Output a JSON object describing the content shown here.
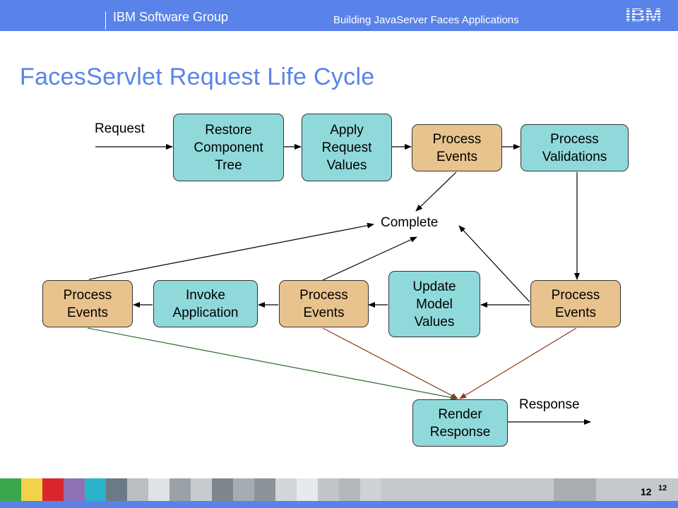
{
  "header": {
    "group": "IBM Software Group",
    "doc_title": "Building JavaServer Faces Applications",
    "logo": "IBM"
  },
  "title": "FacesServlet Request Life Cycle",
  "diagram": {
    "nodes": {
      "restore": "Restore\nComponent\nTree",
      "apply": "Apply\nRequest\nValues",
      "events1": "Process\nEvents",
      "validations": "Process\nValidations",
      "events2": "Process\nEvents",
      "update": "Update\nModel\nValues",
      "events3": "Process\nEvents",
      "invoke": "Invoke\nApplication",
      "events4": "Process\nEvents",
      "render": "Render\nResponse"
    },
    "labels": {
      "request": "Request",
      "complete": "Complete",
      "response": "Response"
    }
  },
  "colors": {
    "brand": "#5a83e9",
    "phase": "#90d9db",
    "events": "#e9c38e",
    "edge_green": "#2e6b2e",
    "edge_brown": "#8b3a1a"
  },
  "footer": {
    "page_number": "12",
    "page_number_small": "12"
  }
}
